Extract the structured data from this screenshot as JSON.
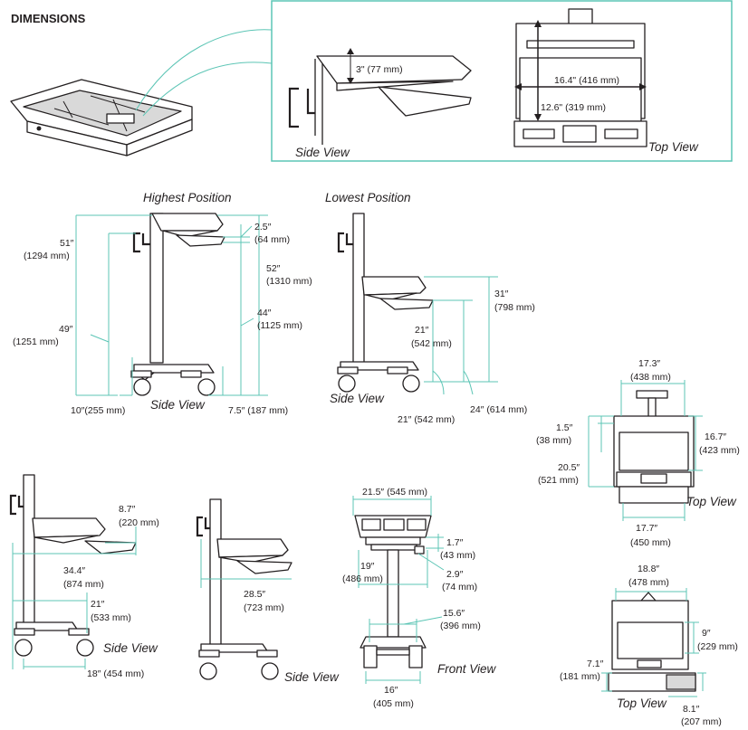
{
  "title": "DIMENSIONS",
  "inset": {
    "side_view_caption": "Side View",
    "top_view_caption": "Top View",
    "tray_depth": "3\" (77 mm)",
    "tray_width": "16.4\" (416 mm)",
    "tray_length": "12.6\" (319 mm)"
  },
  "highest": {
    "heading": "Highest Position",
    "caption": "Side View",
    "h_total": "51″",
    "h_total_mm": "(1294 mm)",
    "h_handle": "49″",
    "h_handle_mm": "(1251 mm)",
    "keyboard_gap": "2.5″",
    "keyboard_gap_mm": "(64 mm)",
    "h_surface": "52″",
    "h_surface_mm": "(1310 mm)",
    "h_keyboard": "44″",
    "h_keyboard_mm": "(1125 mm)",
    "base_rear": "10″(255 mm)",
    "base_front": "7.5″ (187 mm)"
  },
  "lowest": {
    "heading": "Lowest Position",
    "caption": "Side View",
    "h_surface": "31″",
    "h_surface_mm": "(798 mm)",
    "h_keyboard": "21″",
    "h_keyboard_mm": "(542 mm)",
    "keyboard_clear": "21″ (542 mm)",
    "surface_clear": "24″ (614 mm)"
  },
  "top_view_1": {
    "caption": "Top View",
    "width": "17.3″",
    "width_mm": "(438 mm)",
    "offset": "1.5″",
    "offset_mm": "(38 mm)",
    "depth": "20.5″",
    "depth_mm": "(521 mm)",
    "surface_depth": "16.7″",
    "surface_depth_mm": "(423 mm)",
    "base_width": "17.7″",
    "base_width_mm": "(450 mm)"
  },
  "side_view_2": {
    "caption": "Side View",
    "tray_ext": "8.7″",
    "tray_ext_mm": "(220 mm)",
    "reach": "34.4″",
    "reach_mm": "(874 mm)",
    "base_depth": "21″",
    "base_depth_mm": "(533 mm)",
    "wheelbase": "18″ (454 mm)"
  },
  "side_view_3": {
    "caption": "Side View",
    "reach": "28.5″",
    "reach_mm": "(723 mm)"
  },
  "front_view": {
    "caption": "Front View",
    "width": "21.5″ (545 mm)",
    "tray_gap": "1.7″",
    "tray_gap_mm": "(43 mm)",
    "kb_width": "19″",
    "kb_width_mm": "(486 mm)",
    "kb_drop": "2.9″",
    "kb_drop_mm": "(74 mm)",
    "column_span": "15.6″",
    "column_span_mm": "(396 mm)",
    "base_width": "16″",
    "base_width_mm": "(405 mm)"
  },
  "top_view_2": {
    "caption": "Top View",
    "width": "18.8″",
    "width_mm": "(478 mm)",
    "depth": "9″",
    "depth_mm": "(229 mm)",
    "kb_depth": "7.1″",
    "kb_depth_mm": "(181 mm)",
    "kb_width": "8.1″",
    "kb_width_mm": "(207 mm)"
  },
  "colors": {
    "dimension_line": "#5cc5b5",
    "ink": "#231f20"
  }
}
